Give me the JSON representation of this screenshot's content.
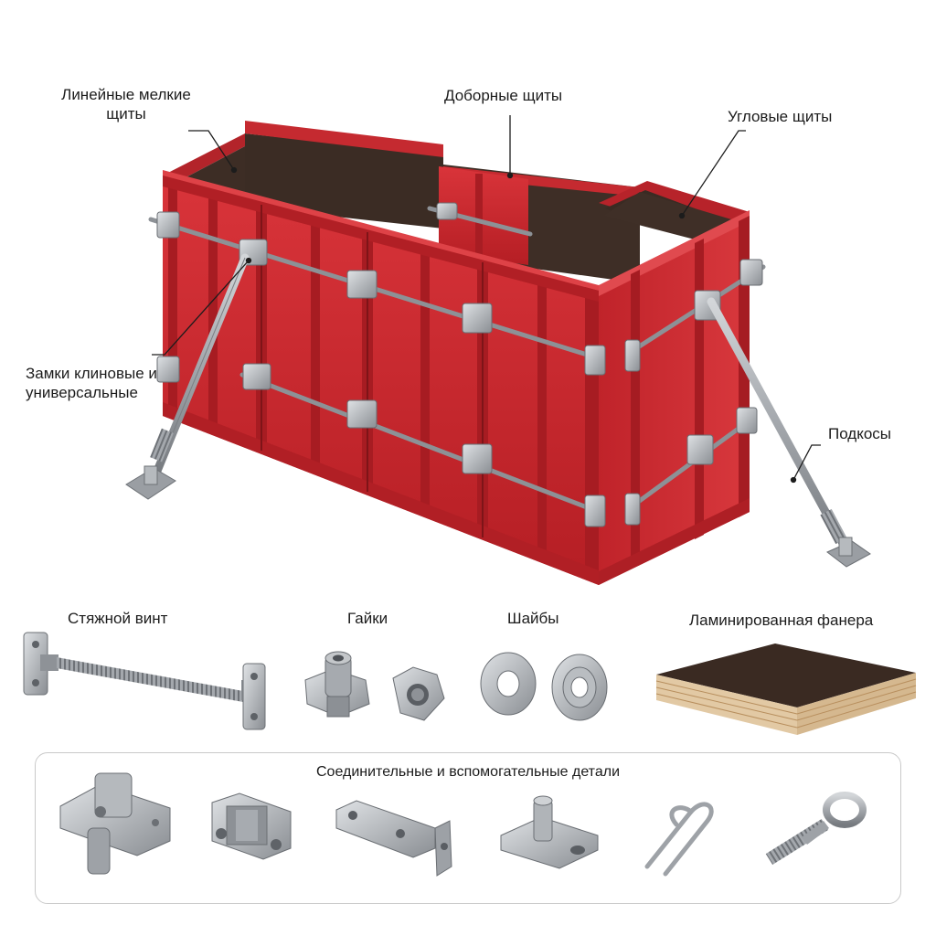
{
  "labels": {
    "linear_small_panels": "Линейные мелкие щиты",
    "filler_panels": "Доборные щиты",
    "corner_panels": "Угловые щиты",
    "wedge_locks": "Замки клиновые и универсальные",
    "braces": "Подкосы"
  },
  "components": {
    "tie_screw": "Стяжной винт",
    "nuts": "Гайки",
    "washers": "Шайбы",
    "laminated_plywood": "Ламинированная фанера"
  },
  "parts_box": {
    "title": "Соединительные и вспомогательные детали"
  },
  "colors": {
    "panel_red": "#c8242a",
    "panel_dark_red": "#9a1a1f",
    "plywood_face": "#3a2a22",
    "steel": "#a9adb2",
    "steel_dark": "#7d8186"
  }
}
